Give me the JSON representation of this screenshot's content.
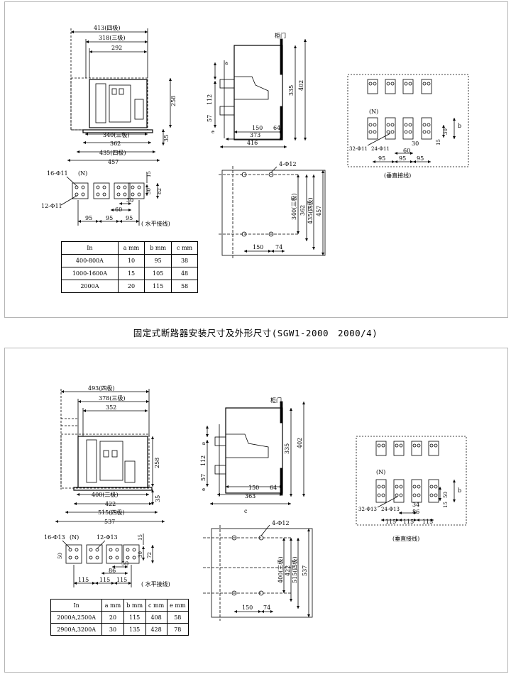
{
  "caption": "固定式断路器安装尺寸及外形尺寸(SGW1-2000　2000/4)",
  "diagram1": {
    "front_dims": [
      "413(四极)",
      "318(三极)",
      "292",
      "258",
      "340(三极)",
      "362",
      "435(四极)",
      "457",
      "35"
    ],
    "side_label": "柜门",
    "side_dims": [
      "a",
      "112",
      "57",
      "e",
      "150",
      "64",
      "373",
      "416",
      "335",
      "402"
    ],
    "horizontal_term_labels": [
      "16-Φ11",
      "(N)",
      "12-Φ11",
      "15",
      "30",
      "82",
      "30",
      "60",
      "95",
      "95",
      "95"
    ],
    "horizontal_caption": "( 水平接线)",
    "mount_dims": [
      "4-Φ12",
      "340(三极)",
      "362",
      "435(四极)",
      "457",
      "150",
      "74"
    ],
    "vertical_labels": [
      "(N)",
      "32-Φ11",
      "24-Φ11",
      "30",
      "60",
      "95",
      "95",
      "95",
      "30",
      "15",
      "b"
    ],
    "vertical_caption": "(垂直接线)",
    "table": {
      "headers": [
        "In",
        "a mm",
        "b mm",
        "c mm"
      ],
      "rows": [
        [
          "400-800A",
          "10",
          "95",
          "38"
        ],
        [
          "1000-1600A",
          "15",
          "105",
          "48"
        ],
        [
          "2000A",
          "20",
          "115",
          "58"
        ]
      ]
    }
  },
  "diagram2": {
    "front_dims": [
      "493(四极)",
      "378(三极)",
      "352",
      "258",
      "400(三极)",
      "422",
      "515(四极)",
      "537",
      "35"
    ],
    "side_label": "柜门",
    "side_dims": [
      "a",
      "112",
      "57",
      "e",
      "150",
      "64",
      "363",
      "c",
      "335",
      "402"
    ],
    "horizontal_term_labels": [
      "16-Φ13",
      "(N)",
      "12-Φ13",
      "50",
      "15",
      "30",
      "72",
      "50",
      "86",
      "115",
      "115",
      "115"
    ],
    "horizontal_caption": "( 水平接线)",
    "mount_dims": [
      "4-Φ12",
      "400(三极)",
      "422",
      "515(四极)",
      "537",
      "150",
      "74"
    ],
    "vertical_labels": [
      "(N)",
      "32-Φ13",
      "24-Φ13",
      "34",
      "86",
      "115",
      "115",
      "115",
      "50",
      "15",
      "b"
    ],
    "vertical_caption": "(垂直接线)",
    "table": {
      "headers": [
        "In",
        "a mm",
        "b mm",
        "c mm",
        "e mm"
      ],
      "rows": [
        [
          "2000A,2500A",
          "20",
          "115",
          "408",
          "58"
        ],
        [
          "2900A,3200A",
          "30",
          "135",
          "428",
          "78"
        ]
      ]
    }
  }
}
